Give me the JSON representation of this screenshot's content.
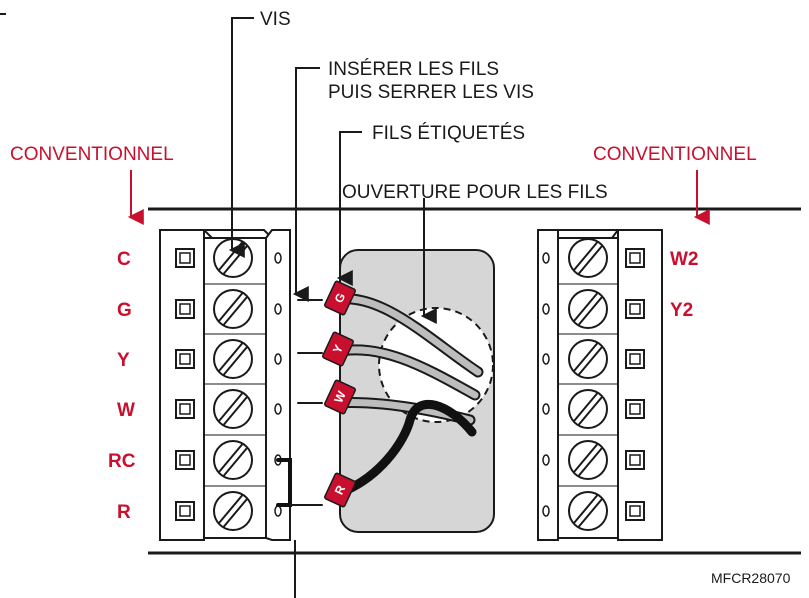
{
  "colors": {
    "accent_red": "#c8102e",
    "ink": "#1a1a1a",
    "panel_gray": "#d6d6d6",
    "wire_gray": "#bdbdbd",
    "wire_black": "#111111"
  },
  "labels": {
    "vis": "VIS",
    "inserer_line1": "INSÉRER LES FILS",
    "inserer_line2": "PUIS SERRER LES VIS",
    "fils_etiquetes": "FILS ÉTIQUETÉS",
    "ouverture": "OUVERTURE POUR LES FILS",
    "conventionnel_left": "CONVENTIONNEL",
    "conventionnel_right": "CONVENTIONNEL",
    "code": "MFCR28070"
  },
  "left_terminals": [
    "C",
    "G",
    "Y",
    "W",
    "RC",
    "R"
  ],
  "right_terminals": [
    "W2",
    "Y2"
  ],
  "wire_tags": [
    "G",
    "Y",
    "W",
    "R"
  ],
  "icons": {
    "screw": "screw-icon",
    "arrow": "arrow-down-icon",
    "tag": "wire-tag-icon"
  }
}
